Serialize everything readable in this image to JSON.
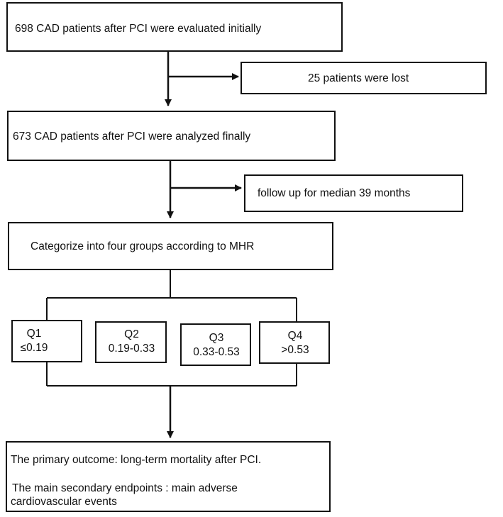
{
  "steps": {
    "initial": "698 CAD patients after PCI  were evaluated initially",
    "lost": "25 patients were lost",
    "analyzed": "673 CAD patients after PCI were analyzed  finally",
    "followup": "follow up for median 39 months",
    "categorize": "Categorize into four groups according to MHR"
  },
  "groups": [
    {
      "name": "Q1",
      "range": "≤0.19"
    },
    {
      "name": "Q2",
      "range": "0.19-0.33"
    },
    {
      "name": "Q3",
      "range": "0.33-0.53"
    },
    {
      "name": "Q4",
      "range": ">0.53"
    }
  ],
  "outcome": {
    "primary": "The primary outcome: long-term mortality after PCI.",
    "secondary_line1": "The main secondary endpoints : main adverse",
    "secondary_line2": "cardiovascular events"
  }
}
